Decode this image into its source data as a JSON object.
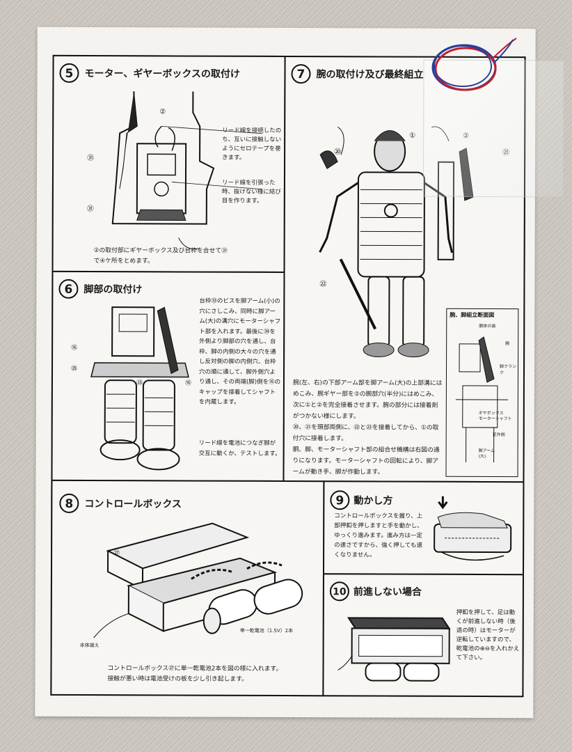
{
  "sections": {
    "s5": {
      "number": "5",
      "title": "モーター、ギヤーボックスの取付け",
      "callout_1": "リード線を接続したのち、互いに接触しないようにセロテープを巻きます。",
      "callout_2": "リード線を引張った時、抜けない様に結び目を作ります。",
      "caption": "②の取付部にギヤーボックス及び台枠を合せて㉛で④ケ所をとめます。",
      "part_labels": [
        "②",
        "㉛",
        "㉛"
      ]
    },
    "s6": {
      "number": "6",
      "title": "脚部の取付け",
      "text_1": "台枠㉝のビスを脚アーム(小)の穴にさしこみ、同時に脚アーム(大)の溝穴にモーターシャフト部を入れます。最後に㉞を外側より脚部の穴を通し、台枠、脚の内側の大々の穴を通し反対側の脚の内側穴、台枠穴の順に通して、脚外側穴より通し、その両端(脚)側を⑯のキャップを接着してシャフトを内蔵します。",
      "text_2": "リード線を電池につなぎ脚が交互に動くか、テストします。",
      "part_labels": [
        "⑯",
        "㉟",
        "⑯",
        "㉝"
      ]
    },
    "s7": {
      "number": "7",
      "title": "腕の取付け及び最終組立",
      "text": "腕(左、右)の下部アーム部を脚アーム(大)の上部溝にはめこみ、腕ギヤー部を②の腕部穴(半分)にはめこみ、次に①と②を完全接着させます。腕の部分には接着剤がつかない様にします。\n⑳、㉑を頭部両側に、㉒と㉓を接着してから、①の取付穴に接着します。\n胴、脚、モーターシャフト部の組合せ機構は右図の通りになります。モーターシャフトの回転により、脚アームが動き手、脚が作動します。",
      "inset_title": "腕、脚組立断面図",
      "inset_labels": [
        "胴体の歯",
        "腕",
        "脚クランク",
        "ギヤボックス\nモーターシャフト",
        "足外側",
        "脚アーム\n(大)"
      ],
      "part_labels": [
        "①",
        "②",
        "⑳",
        "㉑",
        "㉒"
      ]
    },
    "s8": {
      "number": "8",
      "title": "コントロールボックス",
      "caption": "コントロールボックス㉗に単一乾電池2本を図の様に入れます。\n接触が悪い時は電池受けの板を少し引き起します。",
      "battery_label": "単一乾電池（1.5V）2本",
      "wire_label": "本体端え",
      "part_labels": [
        "㉗"
      ]
    },
    "s9": {
      "number": "9",
      "title": "動かし方",
      "text": "コントロールボックスを握り、上部押釦を押しますと手を動かし、ゆっくり進みます。進み方は一定の速さですから、強く押しても速くなりません。"
    },
    "s10": {
      "number": "10",
      "title": "前進しない場合",
      "text": "押釦を押して、足は動くが前進しない時（後退の時）はモーターが逆転していますので、乾電池の⊕⊖を入れかえて下さい。"
    }
  },
  "colors": {
    "paper": "#f4f3ef",
    "ink": "#111111",
    "wire_red": "#c0202a",
    "wire_blue": "#2a3d9a",
    "background": "#cdc8c1"
  }
}
